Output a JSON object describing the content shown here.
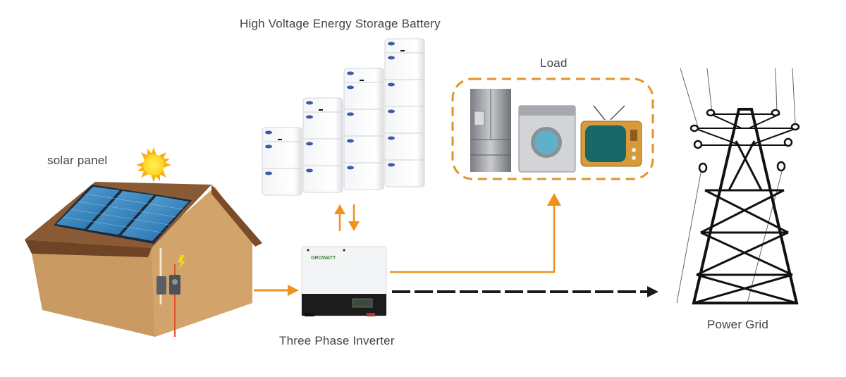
{
  "labels": {
    "battery": "High Voltage Energy Storage Battery",
    "load": "Load",
    "solar": "solar panel",
    "inverter": "Three Phase Inverter",
    "grid": "Power Grid"
  },
  "inverter_brand": "GROWATT",
  "colors": {
    "flow_arrow": "#f0901e",
    "grid_arrow": "#1a1a1a",
    "load_border": "#e0952a",
    "label_text": "#444444"
  },
  "battery_stacks": [
    {
      "modules": 2
    },
    {
      "modules": 3
    },
    {
      "modules": 4
    },
    {
      "modules": 5
    }
  ],
  "appliances": [
    "refrigerator",
    "washing-machine",
    "television"
  ]
}
